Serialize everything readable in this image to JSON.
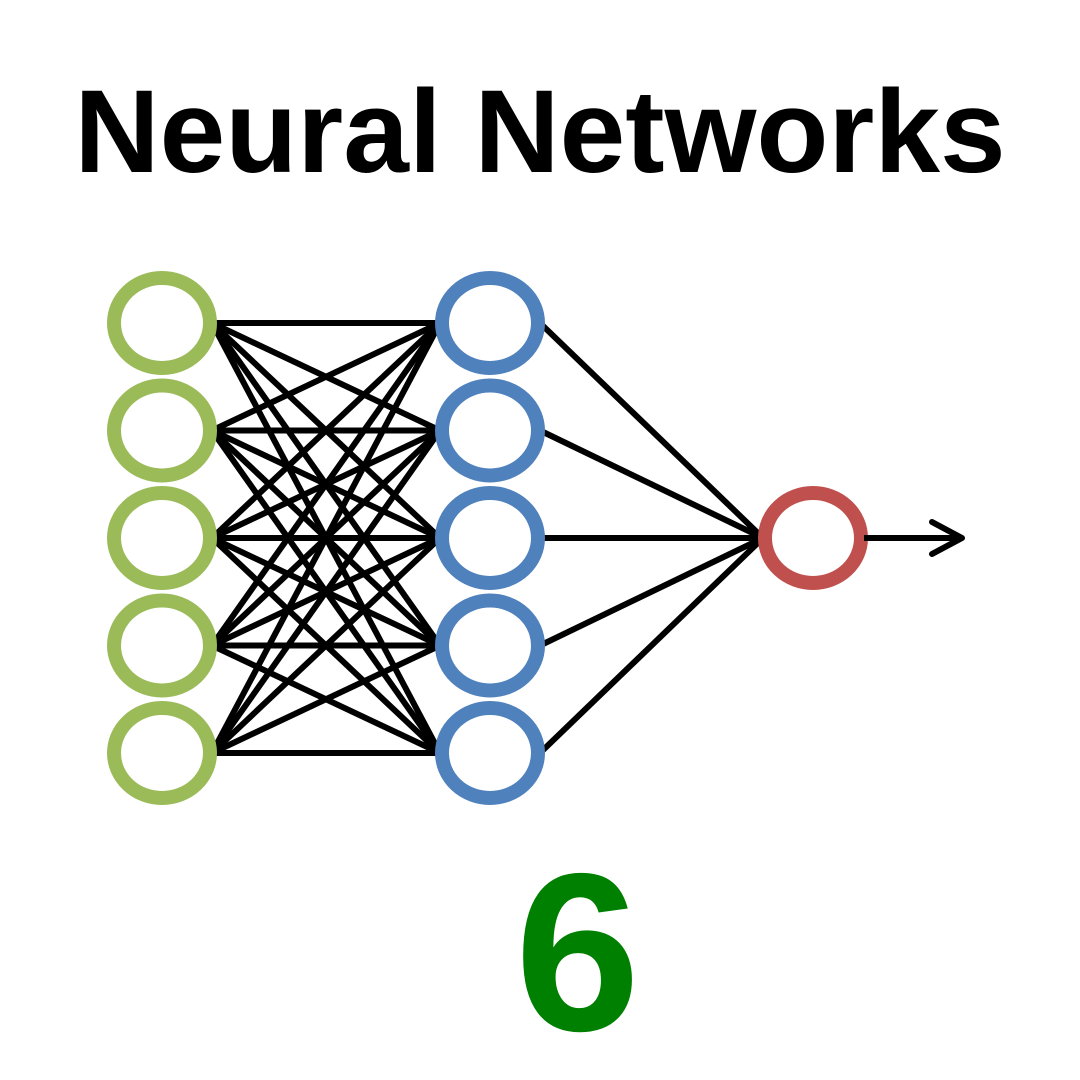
{
  "title": "Neural Networks",
  "number": "6",
  "colors": {
    "input_node": "#9bbb59",
    "hidden_node": "#4f81bd",
    "output_node": "#c0504d",
    "edge": "#000000",
    "number": "#008000"
  },
  "network": {
    "layers": [
      {
        "role": "input",
        "node_count": 5,
        "color_key": "input_node"
      },
      {
        "role": "hidden",
        "node_count": 5,
        "color_key": "hidden_node"
      },
      {
        "role": "output",
        "node_count": 1,
        "color_key": "output_node"
      }
    ],
    "output_arrow": true
  }
}
